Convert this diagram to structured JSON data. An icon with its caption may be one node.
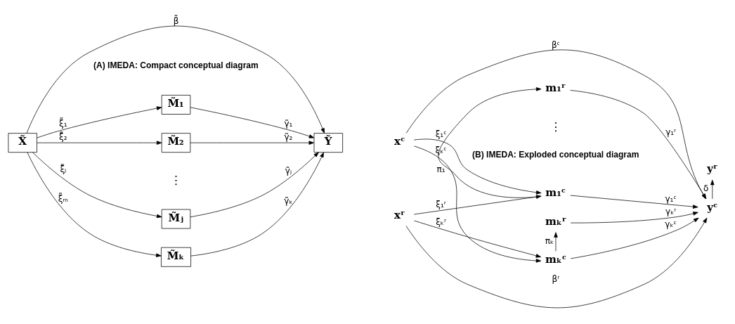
{
  "diagram": {
    "nodes": [
      {
        "text": [
          "X̃"
        ]
      },
      {
        "text": [
          "M̃₁"
        ]
      },
      {
        "text": [
          "M̃₂"
        ]
      },
      {
        "text": [
          "M̃ⱼ"
        ]
      },
      {
        "text": [
          "M̃ₖ"
        ]
      },
      {
        "text": [
          "Ỹ"
        ]
      },
      {
        "text": [
          "xᶜ"
        ]
      },
      {
        "text": [
          "xʳ"
        ]
      },
      {
        "text": [
          "m₁ᶜ"
        ]
      },
      {
        "text": [
          "m₁ʳ"
        ]
      },
      {
        "text": [
          "mₖᶜ"
        ]
      },
      {
        "text": [
          "mₖʳ"
        ]
      },
      {
        "text": [
          "yᶜ"
        ]
      },
      {
        "text": [
          "yʳ"
        ]
      }
    ],
    "edges": [
      {
        "from": 0,
        "to": 1,
        "arrow": "to",
        "label": "ξ̃₁"
      },
      {
        "from": 0,
        "to": 2,
        "arrow": "to",
        "label": "ξ̃₂"
      },
      {
        "from": 0,
        "to": 5,
        "arrow": "to",
        "label": "β̃"
      },
      {
        "from": 0,
        "to": 3,
        "arrow": "to",
        "label": "ξ̃ⱼ"
      },
      {
        "from": 0,
        "to": 4,
        "arrow": "to",
        "label": "ξ̃ₘ"
      },
      {
        "from": 1,
        "to": 5,
        "arrow": "to",
        "label": "γ̃₁"
      },
      {
        "from": 2,
        "to": 5,
        "arrow": "to",
        "label": "γ̃₂"
      },
      {
        "from": 3,
        "to": 5,
        "arrow": "to",
        "label": "γ̃ⱼ"
      },
      {
        "from": 4,
        "to": 5,
        "arrow": "to",
        "label": "γ̃ₖ"
      },
      {
        "from": 6,
        "to": 8,
        "arrow": "to",
        "label": "ξ₁ᶜ"
      },
      {
        "from": 7,
        "to": 8,
        "arrow": "to",
        "label": "ξ₁ʳ"
      },
      {
        "from": 8,
        "to": 9,
        "arrow": "to",
        "label": "π₁"
      },
      {
        "from": 6,
        "to": 12,
        "arrow": "to",
        "label": "βᶜ"
      },
      {
        "from": 7,
        "to": 12,
        "arrow": "to",
        "label": "βʳ"
      },
      {
        "from": 6,
        "to": 10,
        "arrow": "to",
        "label": "ξₖᶜ"
      },
      {
        "from": 7,
        "to": 10,
        "arrow": "to",
        "label": "ξₖʳ"
      },
      {
        "from": 10,
        "to": 11,
        "arrow": "to",
        "label": "πₖ"
      },
      {
        "from": 8,
        "to": 12,
        "arrow": "to",
        "label": "γ₁ᶜ"
      },
      {
        "from": 9,
        "to": 12,
        "arrow": "to",
        "label": "γ₁ʳ"
      },
      {
        "from": 10,
        "to": 12,
        "arrow": "to",
        "label": "γₖᶜ"
      },
      {
        "from": 11,
        "to": 12,
        "arrow": "to",
        "label": "γₖʳ"
      },
      {
        "from": 12,
        "to": 13,
        "arrow": "to",
        "label": "δ"
      }
    ],
    "labels": [
      "(A) IMEDA: Compact conceptual diagram",
      "⋮",
      "(B) IMEDA: Exploded conceptual diagram",
      "⋮"
    ]
  }
}
